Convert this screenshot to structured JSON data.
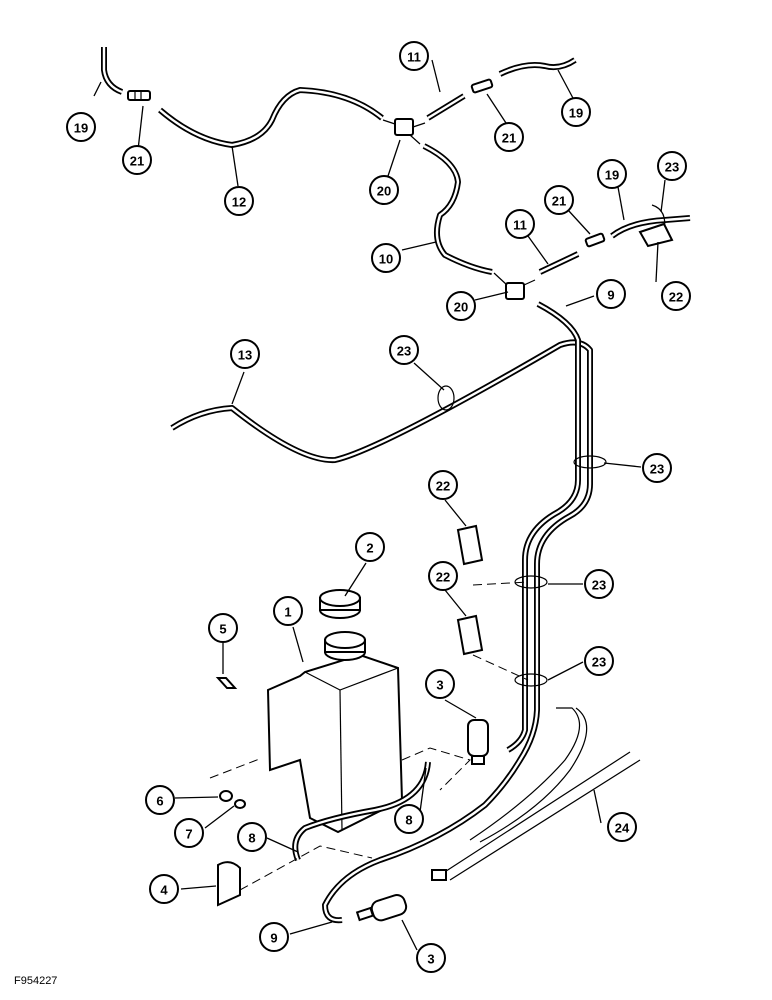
{
  "figure_ref": "F954227",
  "callouts": [
    {
      "id": "c19a",
      "label": "19"
    },
    {
      "id": "c21a",
      "label": "21"
    },
    {
      "id": "c12",
      "label": "12"
    },
    {
      "id": "c11a",
      "label": "11"
    },
    {
      "id": "c21b",
      "label": "21"
    },
    {
      "id": "c19b",
      "label": "19"
    },
    {
      "id": "c20a",
      "label": "20"
    },
    {
      "id": "c10",
      "label": "10"
    },
    {
      "id": "c11b",
      "label": "11"
    },
    {
      "id": "c21c",
      "label": "21"
    },
    {
      "id": "c19c",
      "label": "19"
    },
    {
      "id": "c23a",
      "label": "23"
    },
    {
      "id": "c22a",
      "label": "22"
    },
    {
      "id": "c20b",
      "label": "20"
    },
    {
      "id": "c9a",
      "label": "9"
    },
    {
      "id": "c13",
      "label": "13"
    },
    {
      "id": "c23b",
      "label": "23"
    },
    {
      "id": "c23c",
      "label": "23"
    },
    {
      "id": "c22b",
      "label": "22"
    },
    {
      "id": "c23d",
      "label": "23"
    },
    {
      "id": "c2",
      "label": "2"
    },
    {
      "id": "c22c",
      "label": "22"
    },
    {
      "id": "c1",
      "label": "1"
    },
    {
      "id": "c5",
      "label": "5"
    },
    {
      "id": "c23e",
      "label": "23"
    },
    {
      "id": "c3a",
      "label": "3"
    },
    {
      "id": "c6",
      "label": "6"
    },
    {
      "id": "c7",
      "label": "7"
    },
    {
      "id": "c8a",
      "label": "8"
    },
    {
      "id": "c8b",
      "label": "8"
    },
    {
      "id": "c24",
      "label": "24"
    },
    {
      "id": "c4",
      "label": "4"
    },
    {
      "id": "c9b",
      "label": "9"
    },
    {
      "id": "c3b",
      "label": "3"
    }
  ]
}
